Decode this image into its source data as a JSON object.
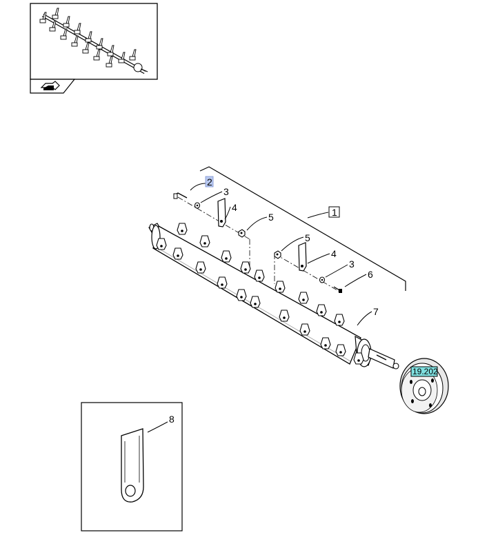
{
  "diagram": {
    "callouts": [
      {
        "id": "c2",
        "text": "2",
        "highlighted": true
      },
      {
        "id": "c3a",
        "text": "3"
      },
      {
        "id": "c4a",
        "text": "4"
      },
      {
        "id": "c5a",
        "text": "5"
      },
      {
        "id": "c5b",
        "text": "5"
      },
      {
        "id": "c4b",
        "text": "4"
      },
      {
        "id": "c3b",
        "text": "3"
      },
      {
        "id": "c6",
        "text": "6"
      },
      {
        "id": "c7",
        "text": "7"
      },
      {
        "id": "c8",
        "text": "8"
      }
    ],
    "assembly_label": "1",
    "reference_label": "19.202",
    "colors": {
      "line": "#000000",
      "part_fill": "#ffffff",
      "shade": "#d9d9d9",
      "callout_highlight": "#b9c9f0",
      "reference_highlight": "#7fe0e0"
    }
  }
}
